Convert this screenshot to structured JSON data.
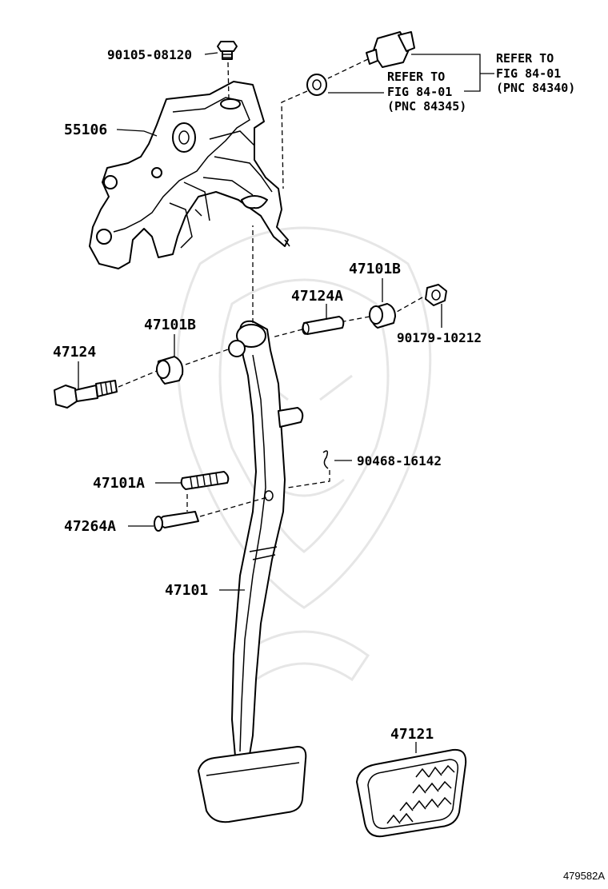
{
  "figure_id": "479582A",
  "callouts": {
    "bolt_top": "90105-08120",
    "bracket": "55106",
    "refer1_line1": "REFER TO",
    "refer1_line2": "FIG 84-01",
    "refer1_line3": "(PNC 84345)",
    "refer2_line1": "REFER TO",
    "refer2_line2": "FIG 84-01",
    "refer2_line3": "(PNC 84340)",
    "bushing_right": "47101B",
    "collar": "47124A",
    "nut": "90179-10212",
    "bushing_left": "47101B",
    "bolt": "47124",
    "clip": "90468-16142",
    "spring": "47101A",
    "pin": "47264A",
    "pedal_arm": "47101",
    "pedal_pad": "47121"
  }
}
